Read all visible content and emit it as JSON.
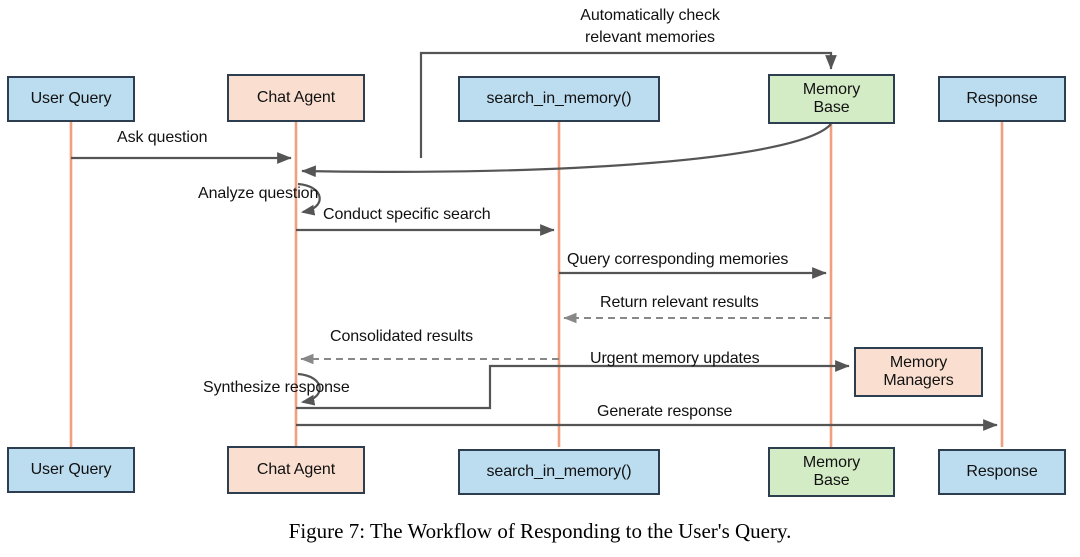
{
  "figure": {
    "caption": "Figure 7: The Workflow of Responding to the User's Query.",
    "colors": {
      "blue_fill": "#bcdcf0",
      "peach_fill": "#fadfd0",
      "green_fill": "#d4ecc6",
      "box_border": "#2c3e50",
      "lifeline": "#f0a080",
      "arrow": "#555555"
    }
  },
  "participants": [
    {
      "id": "user-query",
      "label": "User Query",
      "label_line2": "",
      "fill": "#bcdcf0"
    },
    {
      "id": "chat-agent",
      "label": "Chat Agent",
      "label_line2": "",
      "fill": "#fadfd0"
    },
    {
      "id": "search-in-memory",
      "label": "search_in_memory()",
      "label_line2": "",
      "fill": "#bcdcf0"
    },
    {
      "id": "memory-base",
      "label": "Memory",
      "label_line2": "Base",
      "fill": "#d4ecc6"
    },
    {
      "id": "response",
      "label": "Response",
      "label_line2": "",
      "fill": "#bcdcf0"
    }
  ],
  "extra_nodes": [
    {
      "id": "memory-managers",
      "label": "Memory",
      "label_line2": "Managers",
      "fill": "#fadfd0"
    }
  ],
  "messages": [
    {
      "id": "auto-check",
      "label_line1": "Automatically check",
      "label_line2": "relevant memories",
      "from": "chat-agent",
      "to": "memory-base",
      "style": "solid"
    },
    {
      "id": "ask-question",
      "label_line1": "Ask question",
      "label_line2": "",
      "from": "user-query",
      "to": "chat-agent",
      "style": "solid"
    },
    {
      "id": "analyze-question",
      "label_line1": "Analyze question",
      "label_line2": "",
      "from": "chat-agent",
      "to": "chat-agent",
      "style": "self"
    },
    {
      "id": "conduct-search",
      "label_line1": "Conduct specific search",
      "label_line2": "",
      "from": "chat-agent",
      "to": "search-in-memory",
      "style": "solid"
    },
    {
      "id": "query-memories",
      "label_line1": "Query corresponding memories",
      "label_line2": "",
      "from": "search-in-memory",
      "to": "memory-base",
      "style": "solid"
    },
    {
      "id": "return-results",
      "label_line1": "Return relevant results",
      "label_line2": "",
      "from": "memory-base",
      "to": "search-in-memory",
      "style": "dashed"
    },
    {
      "id": "consolidated",
      "label_line1": "Consolidated results",
      "label_line2": "",
      "from": "search-in-memory",
      "to": "chat-agent",
      "style": "dashed"
    },
    {
      "id": "synthesize",
      "label_line1": "Synthesize response",
      "label_line2": "",
      "from": "chat-agent",
      "to": "chat-agent",
      "style": "self"
    },
    {
      "id": "urgent-updates",
      "label_line1": "Urgent memory updates",
      "label_line2": "",
      "from": "chat-agent",
      "to": "memory-managers",
      "style": "solid"
    },
    {
      "id": "generate-response",
      "label_line1": "Generate response",
      "label_line2": "",
      "from": "chat-agent",
      "to": "response",
      "style": "solid"
    }
  ]
}
